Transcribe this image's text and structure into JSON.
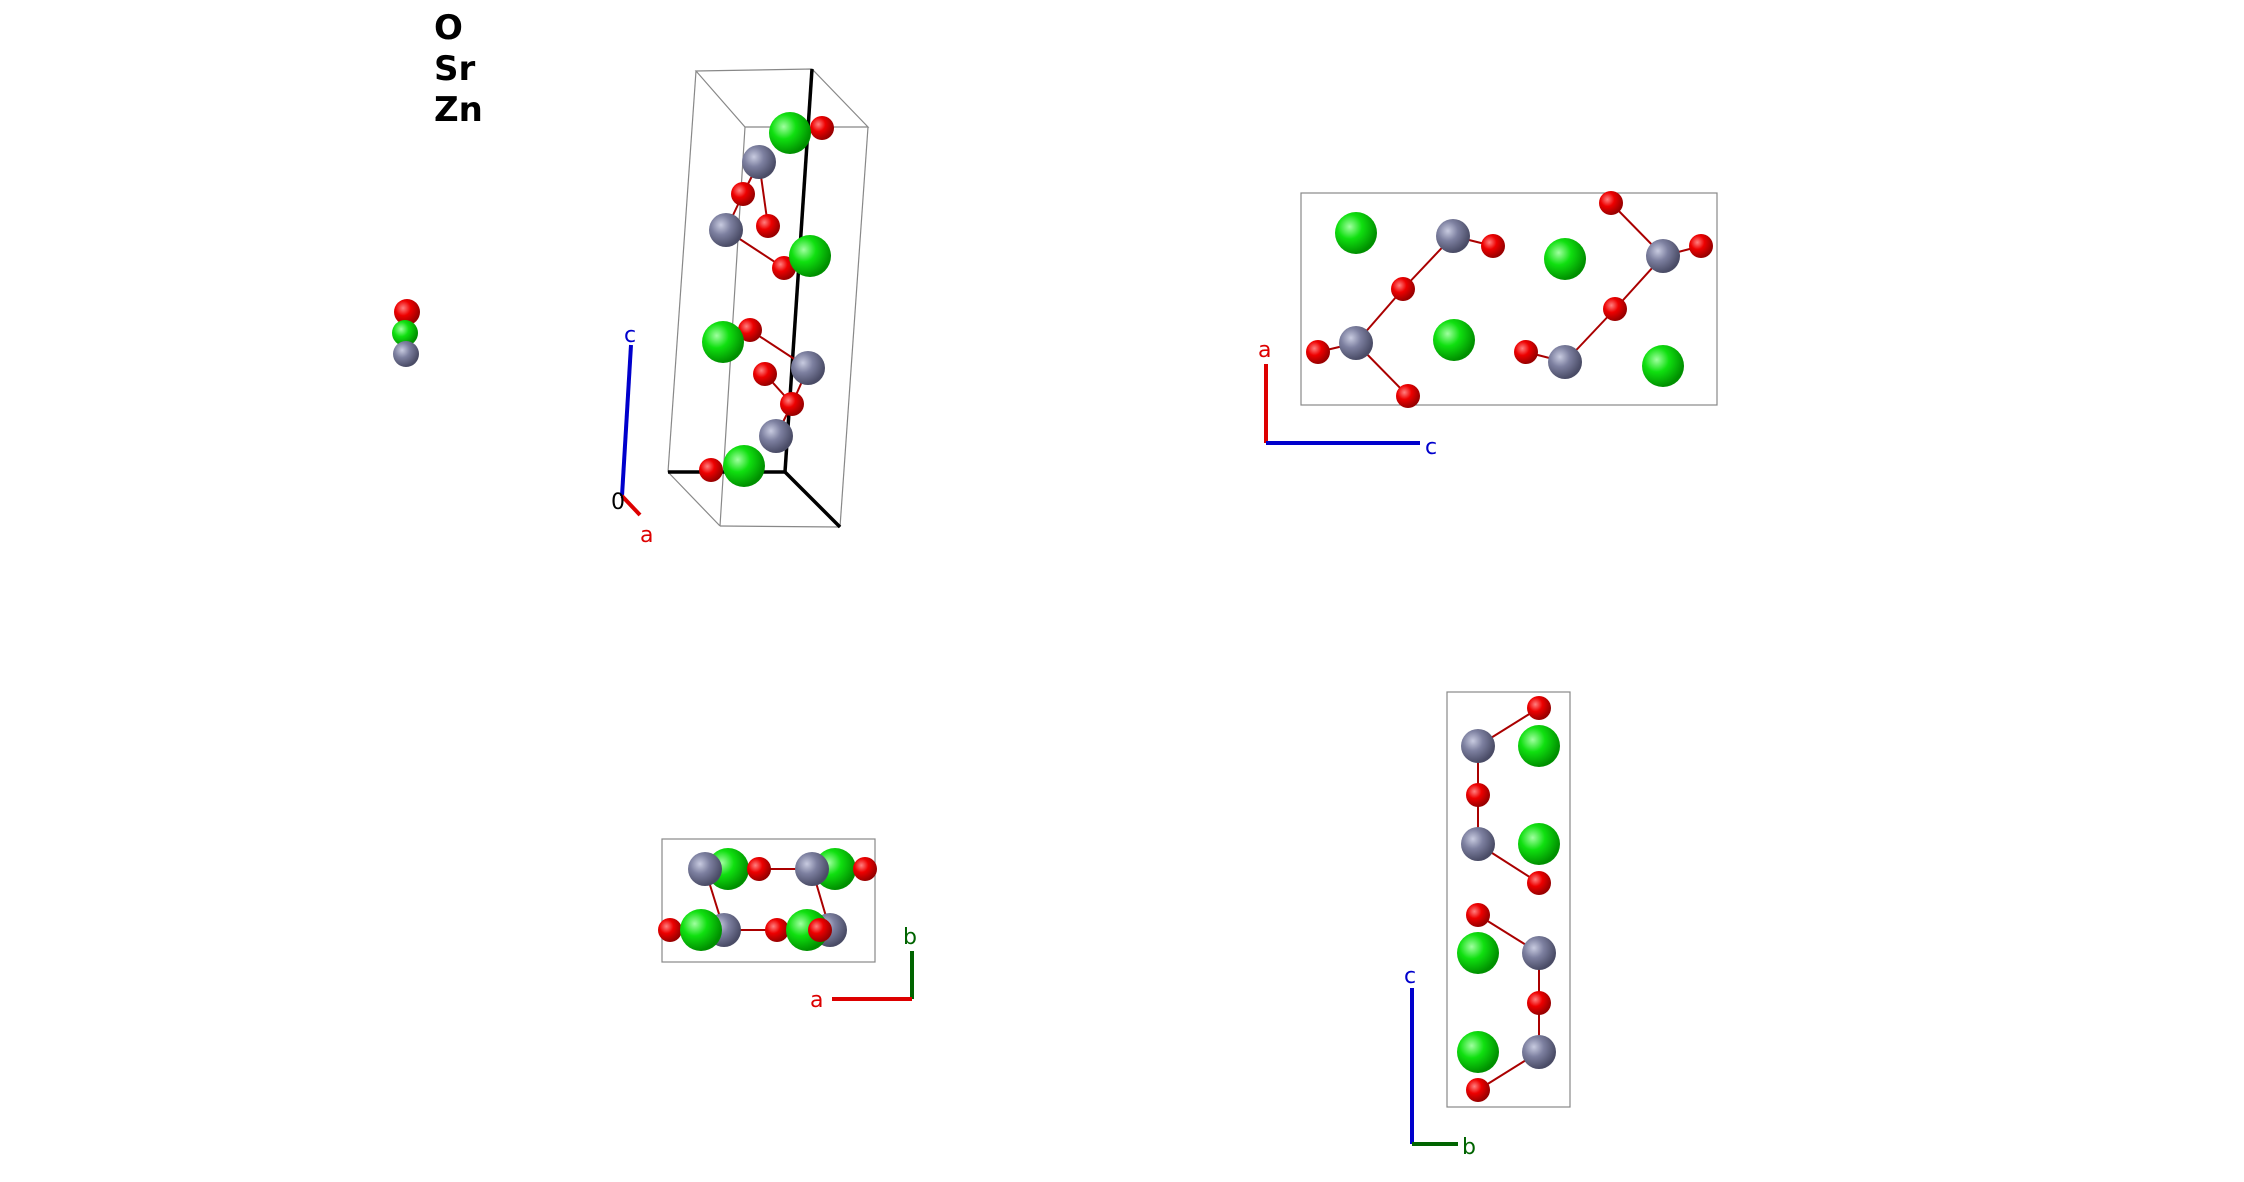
{
  "legend": {
    "elements": [
      {
        "symbol": "O",
        "color": "#ee0000"
      },
      {
        "symbol": "Sr",
        "color": "#00dd00"
      },
      {
        "symbol": "Zn",
        "color": "#7d80a0"
      }
    ]
  },
  "colors": {
    "axis_a": "#dd0000",
    "axis_b": "#006400",
    "axis_c": "#0000cc",
    "bond": "#aa0000",
    "cell_edge": "#888888",
    "cell_edge_bold": "#000000"
  },
  "views": [
    {
      "id": "perspective",
      "axis_labels": [
        "c",
        "a",
        "0"
      ]
    },
    {
      "id": "view-ac",
      "axis_labels": [
        "a",
        "c"
      ]
    },
    {
      "id": "view-ab",
      "axis_labels": [
        "b",
        "a"
      ]
    },
    {
      "id": "view-cb",
      "axis_labels": [
        "c",
        "b"
      ]
    }
  ]
}
